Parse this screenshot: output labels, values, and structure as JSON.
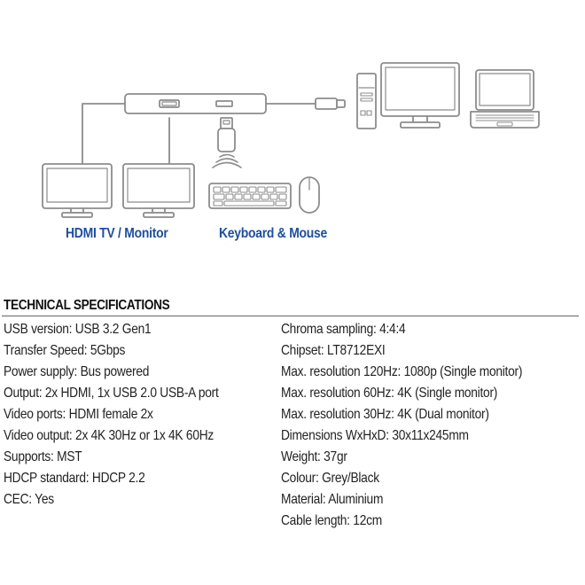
{
  "diagram": {
    "colors": {
      "line": "#8c8c8c",
      "device_fill": "#ffffff",
      "screen_fill": "#ffffff",
      "caption": "#1f4f9c"
    },
    "icons": [
      "usb-c-hub-icon",
      "usb-c-plug-icon",
      "usb-a-dongle-icon",
      "wireless-signal-icon",
      "monitor-icon",
      "desktop-tower-icon",
      "laptop-icon",
      "keyboard-icon",
      "mouse-icon"
    ],
    "captions": {
      "hdmi": "HDMI TV / Monitor",
      "keyboard_mouse": "Keyboard & Mouse"
    }
  },
  "specs": {
    "heading": "TECHNICAL SPECIFICATIONS",
    "left": [
      "USB version: USB 3.2 Gen1",
      "Transfer Speed: 5Gbps",
      "Power supply: Bus powered",
      "Output: 2x HDMI, 1x USB 2.0 USB-A port",
      "Video ports: HDMI female 2x",
      "Video output: 2x 4K 30Hz or 1x 4K 60Hz",
      "Supports: MST",
      "HDCP standard: HDCP 2.2",
      "CEC: Yes"
    ],
    "right": [
      "Chroma sampling: 4:4:4",
      "Chipset: LT8712EXI",
      "Max. resolution 120Hz: 1080p (Single monitor)",
      "Max. resolution 60Hz: 4K (Single monitor)",
      "Max. resolution 30Hz: 4K (Dual monitor)",
      "Dimensions WxHxD: 30x11x245mm",
      "Weight: 37gr",
      "Colour: Grey/Black",
      "Material: Aluminium",
      "Cable length: 12cm"
    ]
  }
}
